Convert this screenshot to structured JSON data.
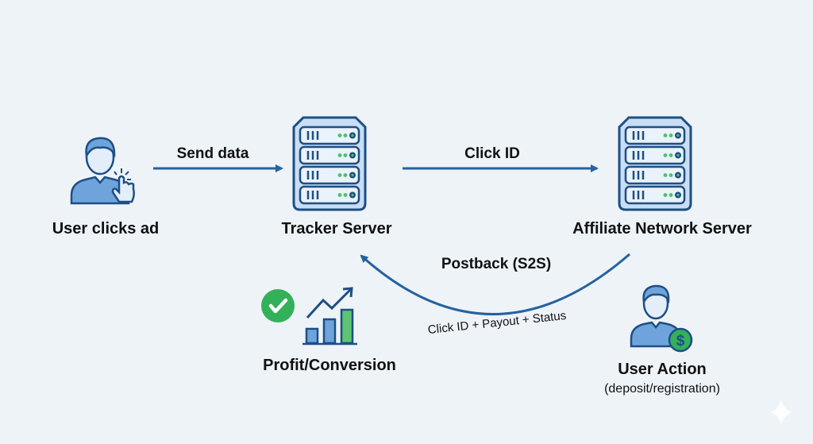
{
  "colors": {
    "background": "#eef3f8",
    "arrow": "#2462a0",
    "icon_fill": "#6fa3dc",
    "icon_light": "#c9ddf3",
    "icon_stroke": "#1d4f84",
    "led_green": "#4cc26d",
    "accent_green": "#33b15a"
  },
  "nodes": {
    "user": {
      "label": "User clicks ad",
      "icon": "user-click-icon"
    },
    "tracker": {
      "label": "Tracker Server",
      "icon": "server-icon"
    },
    "affiliate": {
      "label": "Affiliate Network Server",
      "icon": "server-icon"
    },
    "profit": {
      "label": "Profit/Conversion",
      "icons": [
        "check-circle-icon",
        "growth-chart-icon"
      ]
    },
    "user_action": {
      "label": "User Action",
      "sublabel": "(deposit/registration)",
      "icon": "user-dollar-icon"
    }
  },
  "edges": {
    "send_data": {
      "label": "Send data",
      "from": "user",
      "to": "tracker"
    },
    "click_id": {
      "label": "Click ID",
      "from": "tracker",
      "to": "affiliate"
    },
    "postback": {
      "label": "Postback (S2S)",
      "sublabel": "Click ID + Payout + Status",
      "from": "affiliate",
      "to": "tracker"
    }
  },
  "watermark": {
    "icon": "sparkle-icon"
  }
}
